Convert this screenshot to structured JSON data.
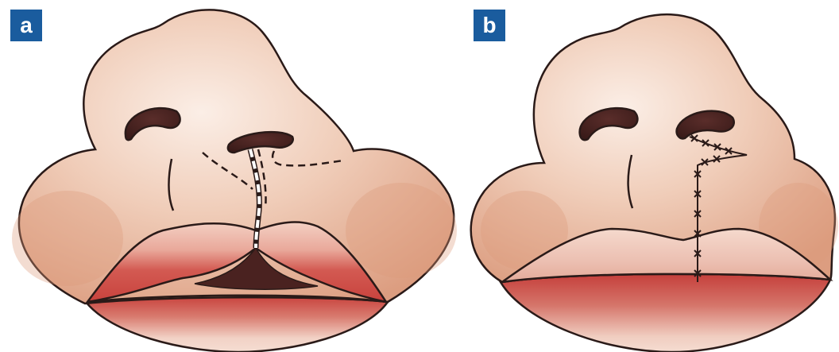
{
  "figure": {
    "panels": [
      {
        "label": "a",
        "label_color": "#1a5c9e"
      },
      {
        "label": "b",
        "label_color": "#1a5c9e"
      }
    ],
    "colors": {
      "skin_light": "#f7e3d8",
      "skin_mid": "#e8b9a0",
      "skin_dark": "#d8967a",
      "lip_red": "#cc4a45",
      "lip_light": "#f1c7bb",
      "outline": "#2a1a18",
      "nostril_dark": "#4a2523",
      "label_blue": "#1a5c9e"
    },
    "icons": {
      "panel_a_marks": "dashed-incision-lines",
      "panel_b_marks": "cross-stitch-suture"
    }
  }
}
